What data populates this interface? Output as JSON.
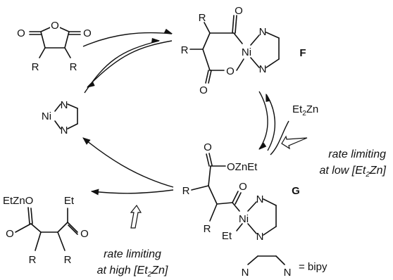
{
  "atoms": {
    "O": "O",
    "R": "R",
    "N": "N",
    "Ni": "Ni",
    "Et": "Et"
  },
  "compounds": {
    "F": "F",
    "G": "G",
    "g_ester": "OZnEt",
    "product_ester": "EtZnO"
  },
  "reagent": {
    "main": "Et",
    "sub1": "2",
    "zn": "Zn"
  },
  "annotations": {
    "low": {
      "line1": "rate limiting",
      "line2_prefix": "at low [Et",
      "line2_sub": "2",
      "line2_suffix": "Zn]"
    },
    "high": {
      "line1": "rate limiting",
      "line2_prefix": "at high [Et",
      "line2_sub": "2",
      "line2_suffix": "Zn]"
    }
  },
  "legend": {
    "equals_text": "= bipy"
  }
}
